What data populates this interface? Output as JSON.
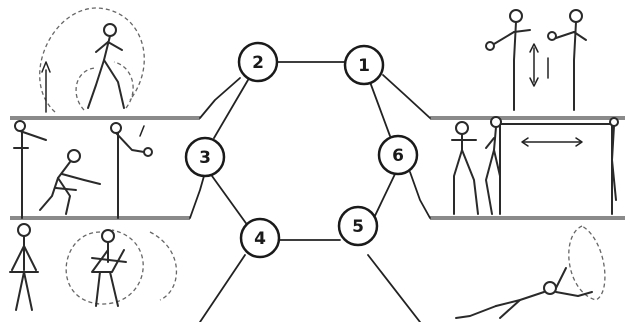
{
  "stations": [
    {
      "label": "1"
    },
    {
      "label": "2"
    },
    {
      "label": "3"
    },
    {
      "label": "4"
    },
    {
      "label": "5"
    },
    {
      "label": "6"
    }
  ]
}
